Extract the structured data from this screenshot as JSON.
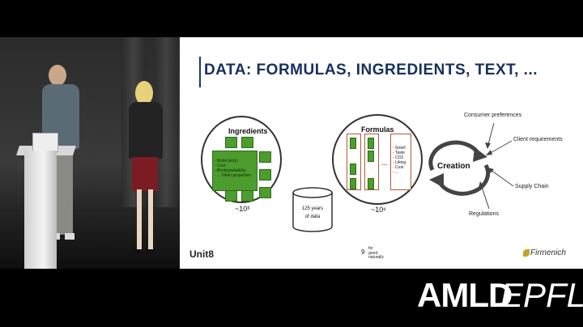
{
  "slide": {
    "title": "DATA: FORMULAS, INGREDIENTS, TEXT, ...",
    "ingredients": {
      "label": "Ingredients",
      "properties": [
        "- Molecule(s)",
        "- Cost",
        "- Biodegradability",
        "- ... Other properties"
      ],
      "count": "~10³"
    },
    "formulas": {
      "label": "Formulas",
      "ellipsis": "...",
      "attributes": [
        "- Smell",
        "- Taste",
        "- CO2",
        "- Liking",
        "- Cost",
        "- ..."
      ],
      "count": "~10⁶"
    },
    "database": {
      "line1": "125 years",
      "line2": "of data"
    },
    "creation": "Creation",
    "drivers": [
      "Consumer preferences",
      "Client requirements",
      "Supply Chain",
      "Regulations"
    ],
    "footer": {
      "left_logo": "Unit8",
      "mid_number": "9",
      "mid_lines": [
        "for",
        "good,",
        "naturally"
      ],
      "right_logo": "Firmenich"
    }
  },
  "overlay": {
    "amld": "AMLD",
    "epfl": "EPFL"
  },
  "colors": {
    "slide_title": "#16305e",
    "ingredient_green": "#4c9c2e",
    "formula_border": "#b05a3a"
  }
}
